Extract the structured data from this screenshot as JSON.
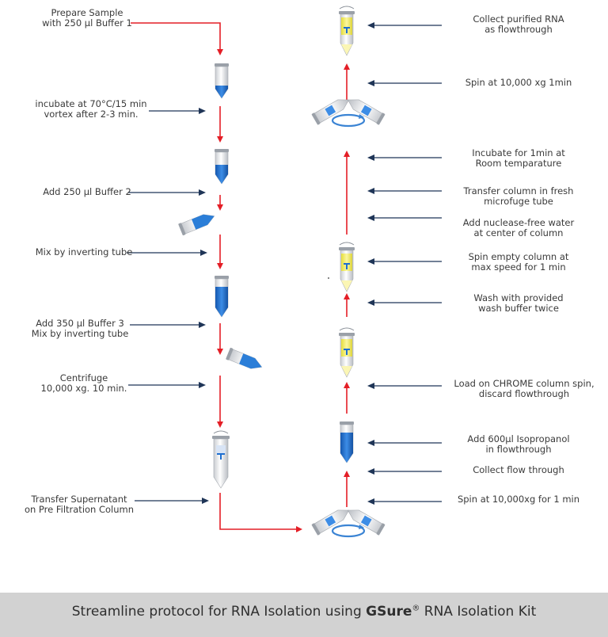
{
  "left_steps": [
    {
      "lines": [
        "Prepare Sample",
        "with 250 µl Buffer 1"
      ]
    },
    {
      "lines": [
        "incubate at 70°C/15 min",
        "vortex after 2-3 min."
      ]
    },
    {
      "lines": [
        "Add 250 µl Buffer 2"
      ]
    },
    {
      "lines": [
        "Mix by inverting  tube"
      ]
    },
    {
      "lines": [
        "Add 350 µl Buffer 3",
        "Mix by inverting tube"
      ]
    },
    {
      "lines": [
        "Centrifuge",
        "10,000 xg. 10 min."
      ]
    },
    {
      "lines": [
        "Transfer Supernatant",
        "on Pre Filtration Column"
      ]
    }
  ],
  "right_steps": [
    {
      "lines": [
        "Collect purified RNA",
        "as flowthrough"
      ]
    },
    {
      "lines": [
        "Spin at 10,000 xg 1min"
      ]
    },
    {
      "lines": [
        "Incubate for 1min at",
        "Room temparature"
      ]
    },
    {
      "lines": [
        "Transfer column in fresh",
        "microfuge tube"
      ]
    },
    {
      "lines": [
        "Add nuclease-free water",
        "at center of column"
      ]
    },
    {
      "lines": [
        "Spin empty column at",
        "max speed for 1 min"
      ]
    },
    {
      "lines": [
        "Wash with provided",
        "wash buffer twice"
      ]
    },
    {
      "lines": [
        "Load on CHROME column spin,",
        "discard flowthrough"
      ]
    },
    {
      "lines": [
        "Add 600µl Isopropanol",
        "in flowthrough"
      ]
    },
    {
      "lines": [
        "Collect flow through"
      ]
    },
    {
      "lines": [
        "Spin at 10,000xg for 1 min"
      ]
    }
  ],
  "footer": {
    "prefix": "Streamline protocol for RNA Isolation using ",
    "brand": "GSure",
    "registered": "®",
    "suffix": " RNA Isolation Kit"
  },
  "colors": {
    "flow_arrow": "#e41e26",
    "pointer_arrow": "#1f3557",
    "blue_liquid": "#1f6fd0",
    "yellow_liquid": "#f4ee6a",
    "footer_bg": "#d2d2d2"
  }
}
